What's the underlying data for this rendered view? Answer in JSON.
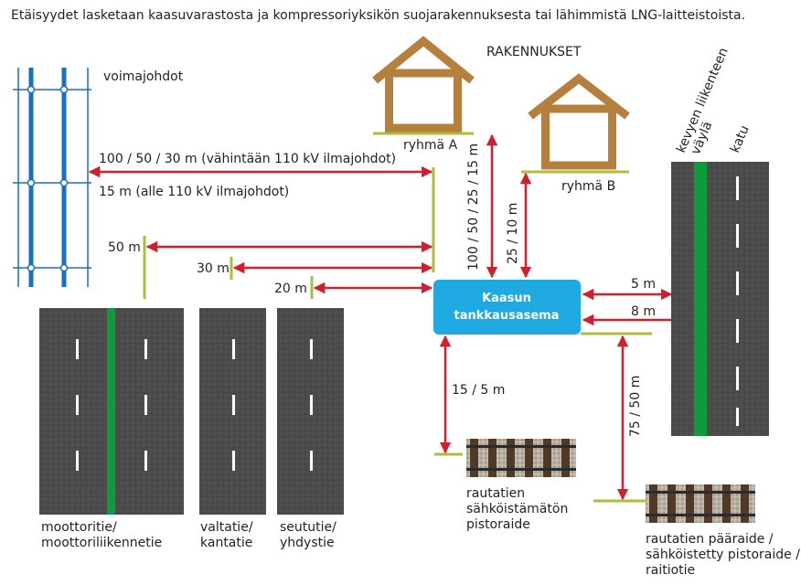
{
  "header": {
    "text": "Etäisyydet lasketaan kaasuvarastosta ja kompressoriyksikön suojarakennuksesta tai lähimmistä LNG-laitteistoista."
  },
  "buildings": {
    "title": "RAKENNUKSET",
    "group_a": "ryhmä A",
    "group_b": "ryhmä B"
  },
  "station": {
    "line1": "Kaasun",
    "line2": "tankkausasema"
  },
  "power_lines": {
    "label": "voimajohdot"
  },
  "distances": {
    "power_high": "100 / 50 / 30 m (vähintään 110 kV ilmajohdot)",
    "power_low": "15 m  (alle 110 kV ilmajohdot)",
    "motorway": "50 m",
    "main_road": "30 m",
    "regional_road": "20 m",
    "group_a": "100 / 50 / 25 / 15 m",
    "group_b": "25 / 10 m",
    "light_traffic": "5 m",
    "street": "8 m",
    "siding": "15 / 5 m",
    "main_track": "75 / 50 m"
  },
  "roads": {
    "motorway": {
      "line1": "moottoritie/",
      "line2": "moottoriliikennetie"
    },
    "main": {
      "line1": "valtatie/",
      "line2": "kantatie"
    },
    "regional": {
      "line1": "seututie/",
      "line2": "yhdystie"
    },
    "light_traffic": {
      "line1": "kevyen liikenteen",
      "line2": "väylä"
    },
    "street": "katu"
  },
  "rail": {
    "siding": {
      "line1": "rautatien",
      "line2": "sähköistämätön",
      "line3": "pistoraide"
    },
    "main": {
      "line1": "rautatien pääraide /",
      "line2": "sähköistetty pistoraide /",
      "line3": "raitiotie"
    }
  },
  "colors": {
    "arrow": "#d0202e",
    "marker": "#aebd3b",
    "station": "#1fa9e1",
    "road": "#4a4a4a",
    "green_strip": "#0f9a3c",
    "power_line": "#1a6fc0",
    "house": "#b5803d"
  }
}
